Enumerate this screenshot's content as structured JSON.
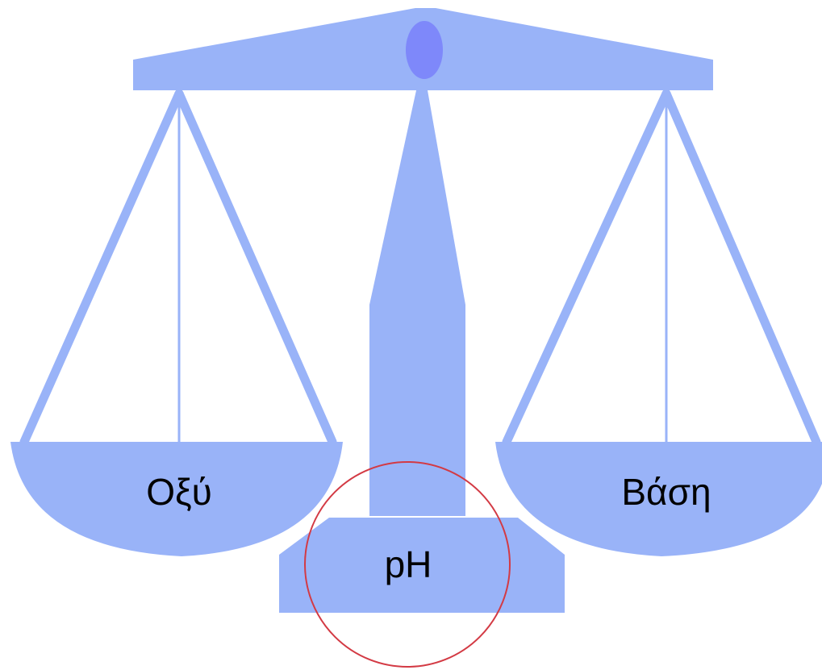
{
  "labels": {
    "left_pan": "Οξύ",
    "right_pan": "Βάση",
    "base": "pH"
  },
  "colors": {
    "scale_fill": "#99B3F8",
    "pivot_fill": "#7E88FA",
    "highlight_circle": "#D33A44",
    "text": "#000000",
    "background": "#FFFFFF"
  }
}
